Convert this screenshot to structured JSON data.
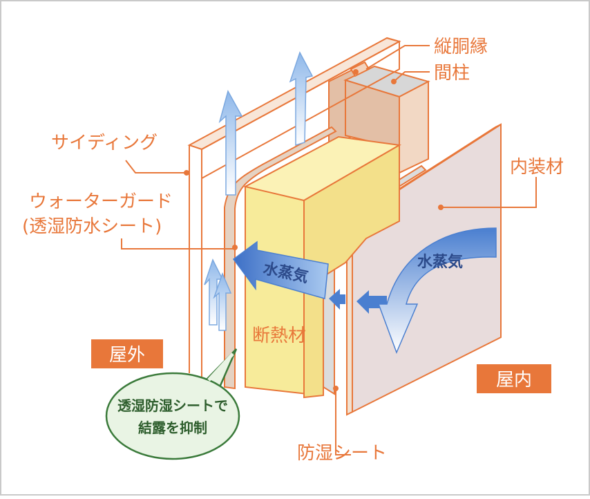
{
  "labels": {
    "siding": "サイディング",
    "water_guard_line1": "ウォーターガード",
    "water_guard_line2": "(透湿防水シート)",
    "furring": "縦胴縁",
    "stud": "間柱",
    "interior": "内装材",
    "insulation": "断熱材",
    "vapor_barrier": "防湿シート"
  },
  "badges": {
    "outdoor": "屋外",
    "indoor": "屋内"
  },
  "arrows": {
    "vapor_center": "水蒸気",
    "vapor_right": "水蒸気"
  },
  "callout": {
    "line1": "透湿防湿シートで",
    "line2": "結露を抑制"
  },
  "colors": {
    "accent": "#e8773a",
    "insulation": "#f7eb9a",
    "stud": "#e3bfa6",
    "board": "#e6dbdc",
    "vapor_arrow": "#4a7fd0",
    "bubble_border": "#3a7a3a",
    "bubble_fill": "#e9f4e4"
  }
}
